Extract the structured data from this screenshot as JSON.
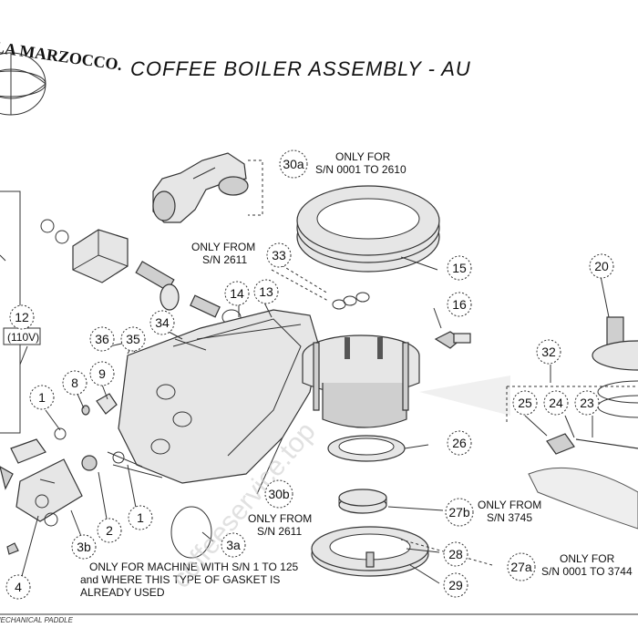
{
  "header": {
    "brand": "LA MARZOCCO.",
    "title": "COFFEE BOILER ASSEMBLY - AU"
  },
  "notes": {
    "only_for_0001_2610_a": "ONLY FOR",
    "only_for_0001_2610_b": "S/N 0001 TO 2610",
    "only_from_2611_a": "ONLY FROM",
    "only_from_2611_b": "S/N 2611",
    "only_from_2611_c": "ONLY FROM",
    "only_from_2611_d": "S/N 2611",
    "only_from_3745_a": "ONLY FROM",
    "only_from_3745_b": "S/N 3745",
    "only_for_0001_3744_a": "ONLY FOR",
    "only_for_0001_3744_b": "S/N 0001 TO 3744",
    "gasket_a": "ONLY FOR MACHINE WITH S/N 1 TO 125",
    "gasket_b": "and WHERE THIS TYPE OF GASKET IS",
    "gasket_c": "ALREADY USED",
    "voltage": "(110V)",
    "footer": "MECHANICAL PADDLE"
  },
  "callouts": [
    "1",
    "1",
    "2",
    "3a",
    "3b",
    "4",
    "8",
    "9",
    "12",
    "13",
    "14",
    "15",
    "16",
    "20",
    "23",
    "24",
    "25",
    "26",
    "27a",
    "27b",
    "28",
    "29",
    "30a",
    "30b",
    "32",
    "33",
    "34",
    "35",
    "36"
  ],
  "watermark": "coffeeservice.top"
}
